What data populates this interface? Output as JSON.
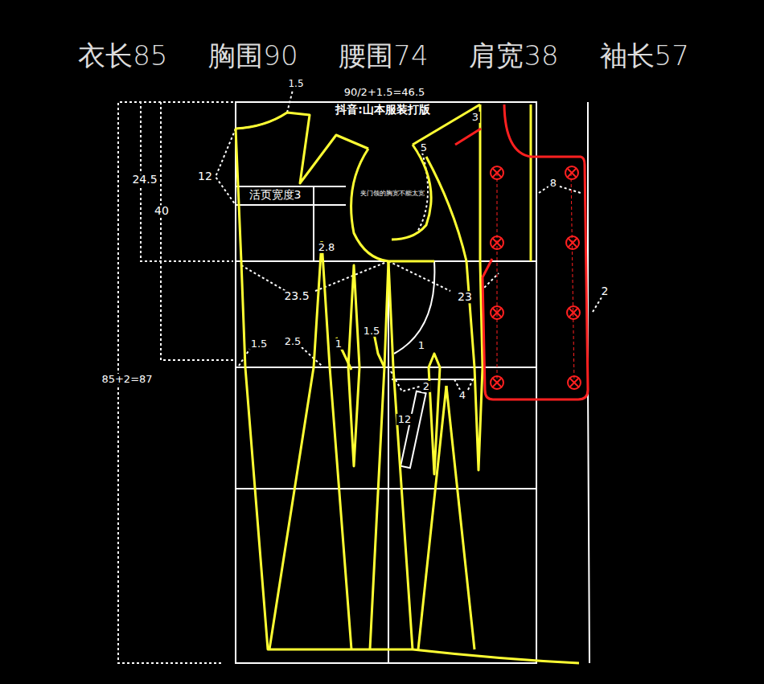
{
  "diagram": {
    "title": "衣长85 胸围90 腰围74 肩宽38 袖长57",
    "labels": [
      "1.5",
      "90/2+1.5=46.5",
      "抖音:山本服装打版",
      "3",
      "5",
      "12",
      "24.5",
      "40",
      "活页宽度3",
      "夹门领的胸宽不能太宽",
      "2.8",
      "8",
      "23.5",
      "23",
      "2",
      "1.5",
      "2.5",
      "1",
      "1.5",
      "1",
      "85+2=87",
      "2",
      "4",
      "12"
    ]
  }
}
